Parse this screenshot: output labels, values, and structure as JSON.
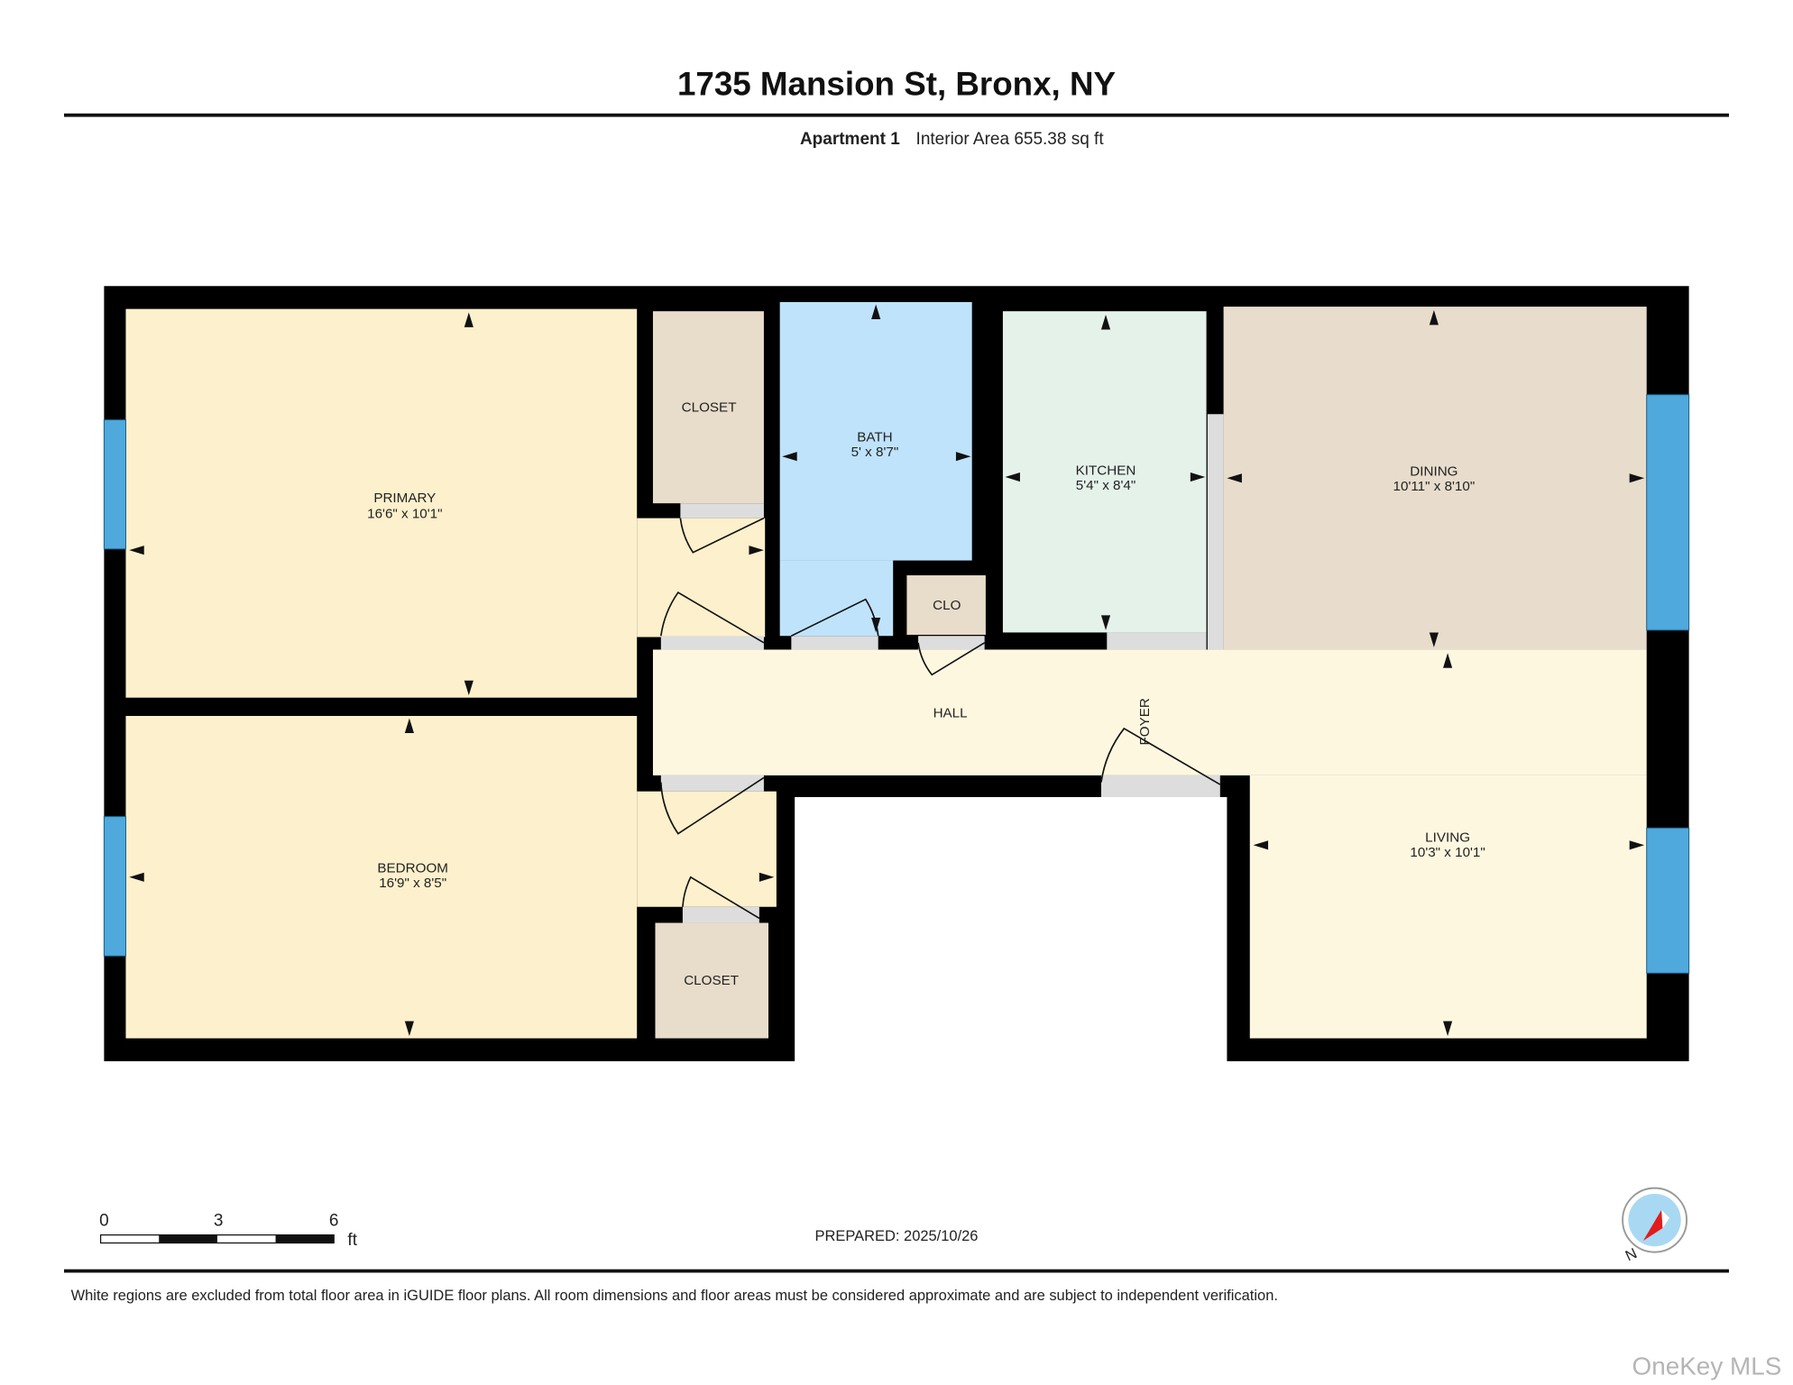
{
  "header": {
    "title": "1735 Mansion St, Bronx, NY",
    "unit": "Apartment 1",
    "area": "Interior Area 655.38 sq ft"
  },
  "rooms": {
    "primary": {
      "name": "PRIMARY",
      "dims": "16'6\" x 10'1\""
    },
    "closet1": {
      "name": "CLOSET"
    },
    "bath": {
      "name": "BATH",
      "dims": "5' x 8'7\""
    },
    "clo": {
      "name": "CLO"
    },
    "kitchen": {
      "name": "KITCHEN",
      "dims": "5'4\" x 8'4\""
    },
    "dining": {
      "name": "DINING",
      "dims": "10'11\" x 8'10\""
    },
    "hall": {
      "name": "HALL"
    },
    "foyer": {
      "name": "FOYER"
    },
    "living": {
      "name": "LIVING",
      "dims": "10'3\" x 10'1\""
    },
    "bedroom": {
      "name": "BEDROOM",
      "dims": "16'9\" x 8'5\""
    },
    "closet2": {
      "name": "CLOSET"
    }
  },
  "colors": {
    "bedroom": "#fdf0cc",
    "closet": "#e8dccb",
    "bath": "#bfe3fb",
    "kitchen": "#e5f2ea",
    "hall": "#fef7e0",
    "window": "#4fa9dc",
    "wall": "#000000"
  },
  "scale": {
    "ticks": [
      "0",
      "3",
      "6"
    ],
    "unit": "ft"
  },
  "prepared": "PREPARED: 2025/10/26",
  "compass": {
    "label": "N"
  },
  "footer": {
    "disclaimer": "White regions are excluded from total floor area in iGUIDE floor plans. All room dimensions and floor areas must be considered approximate and are subject to independent verification.",
    "watermark": "OneKey MLS"
  }
}
